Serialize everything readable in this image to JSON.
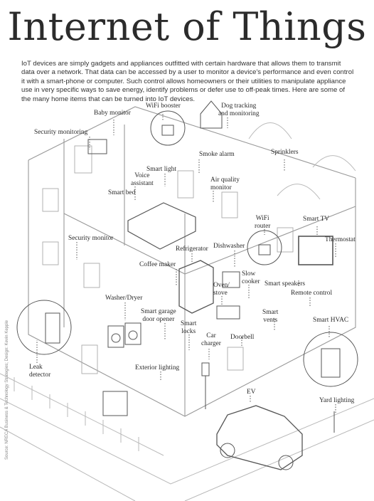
{
  "title": "Internet of Things",
  "intro": "IoT devices are simply gadgets and appliances outfitted with certain hardware that allows them to transmit data over a network. That data can be accessed by a user to monitor a device's performance and even control it with a smart-phone or computer. Such control allows homeowners or their utilities to manipulate appliance use in very specific ways to save energy, identify problems or defer use to off-peak times. Here are some of the many home items that can be turned into IoT devices.",
  "source": "Source: NRECA Business & Technology Strategies; Design: Kevin Kepple",
  "labels": {
    "baby_monitor": "Baby monitor",
    "wifi_booster": "WiFi booster",
    "dog_tracking": "Dog tracking\nand monitoring",
    "security_monitoring": "Security monitoring",
    "smoke_alarm": "Smoke alarm",
    "sprinklers": "Sprinklers",
    "smart_light": "Smart light",
    "voice_assistant": "Voice\nassistant",
    "air_quality": "Air quality\nmonitor",
    "smart_bed": "Smart bed",
    "wifi_router": "WiFi\nrouter",
    "smart_tv": "Smart TV",
    "thermostat": "Thermostat",
    "security_monitor": "Security monitor",
    "refrigerator": "Refrigerator",
    "dishwasher": "Dishwasher",
    "coffee_maker": "Coffee maker",
    "slow_cooker": "Slow\ncooker",
    "smart_speakers": "Smart speakers",
    "oven_stove": "Oven/\nstove",
    "remote_control": "Remote control",
    "washer_dryer": "Washer/Dryer",
    "smart_garage": "Smart garage\ndoor opener",
    "smart_vents": "Smart\nvents",
    "smart_hvac": "Smart HVAC",
    "smart_locks": "Smart\nlocks",
    "car_charger": "Car\ncharger",
    "doorbell": "Doorbell",
    "leak_detector": "Leak\ndetector",
    "exterior_lighting": "Exterior lighting",
    "ev": "EV",
    "yard_lighting": "Yard lighting"
  }
}
